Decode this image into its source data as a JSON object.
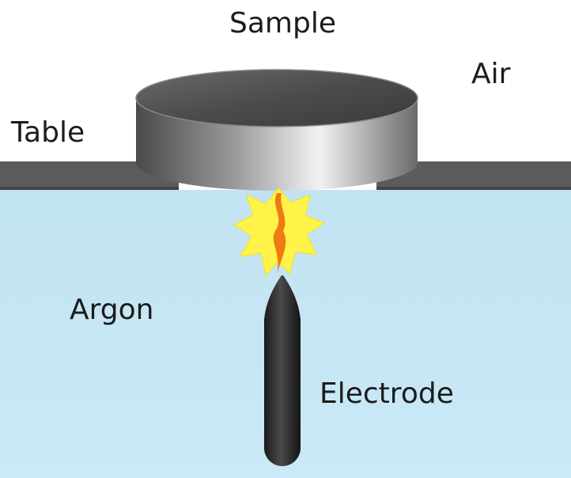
{
  "labels": {
    "sample": "Sample",
    "air": "Air",
    "table": "Table",
    "argon": "Argon",
    "electrode": "Electrode"
  },
  "colors": {
    "background": "#ffffff",
    "argon_region": "#c6e6f4",
    "table": "#5c5c5c",
    "sample_top": "#555555",
    "sample_side_light": "#d8d8d8",
    "electrode": "#2a2a2a",
    "spark_glow": "#fff34a",
    "spark_core": "#f07a10",
    "text": "#1c1c1c"
  }
}
